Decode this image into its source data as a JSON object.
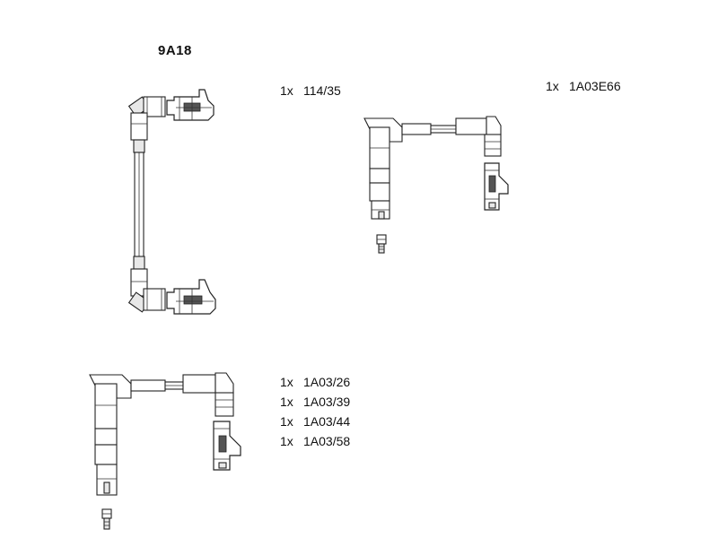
{
  "kit": {
    "code": "9A18"
  },
  "parts": {
    "group_a": [
      {
        "qty": "1x",
        "number": "114/35"
      }
    ],
    "group_b": [
      {
        "qty": "1x",
        "number": "1A03E66"
      }
    ],
    "group_c": [
      {
        "qty": "1x",
        "number": "1A03/26"
      },
      {
        "qty": "1x",
        "number": "1A03/39"
      },
      {
        "qty": "1x",
        "number": "1A03/44"
      },
      {
        "qty": "1x",
        "number": "1A03/58"
      }
    ]
  },
  "colors": {
    "line": "#222222",
    "shade": "#e8e8e8",
    "dark": "#555555"
  }
}
